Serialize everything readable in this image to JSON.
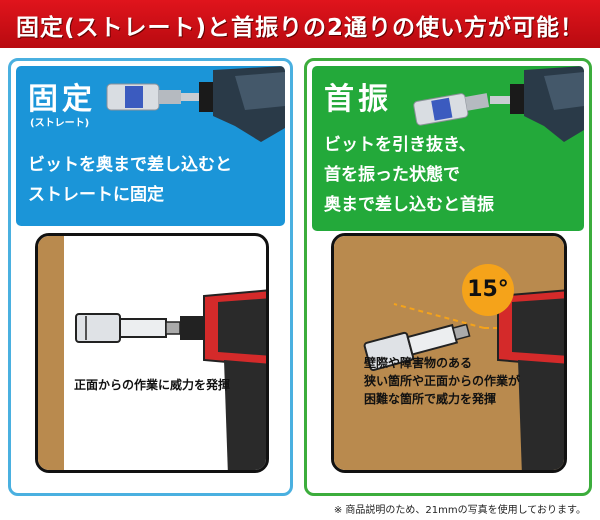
{
  "banner": {
    "text": "固定(ストレート)と首振りの2通りの使い方が可能！"
  },
  "fixed": {
    "title": "固定",
    "subtitle": "(ストレート)",
    "desc_line1": "ビットを奥まで差し込むと",
    "desc_line2": "ストレートに固定",
    "caption": "正面からの作業に威力を発揮"
  },
  "swivel": {
    "title": "首振",
    "desc_line1": "ビットを引き抜き、",
    "desc_line2": "首を振った状態で",
    "desc_line3": "奥まで差し込むと首振",
    "angle": "15°",
    "caption_line1": "壁際や障害物のある",
    "caption_line2": "狭い箇所や正面からの作業が",
    "caption_line3": "困難な箇所で威力を発揮"
  },
  "footnote": "※ 商品説明のため、21mmの写真を使用しております。",
  "colors": {
    "banner": "#d0121a",
    "fixed_accent": "#1b95d8",
    "swivel_accent": "#23a93a",
    "wall": "#b98a4e",
    "badge": "#f5a31a"
  }
}
